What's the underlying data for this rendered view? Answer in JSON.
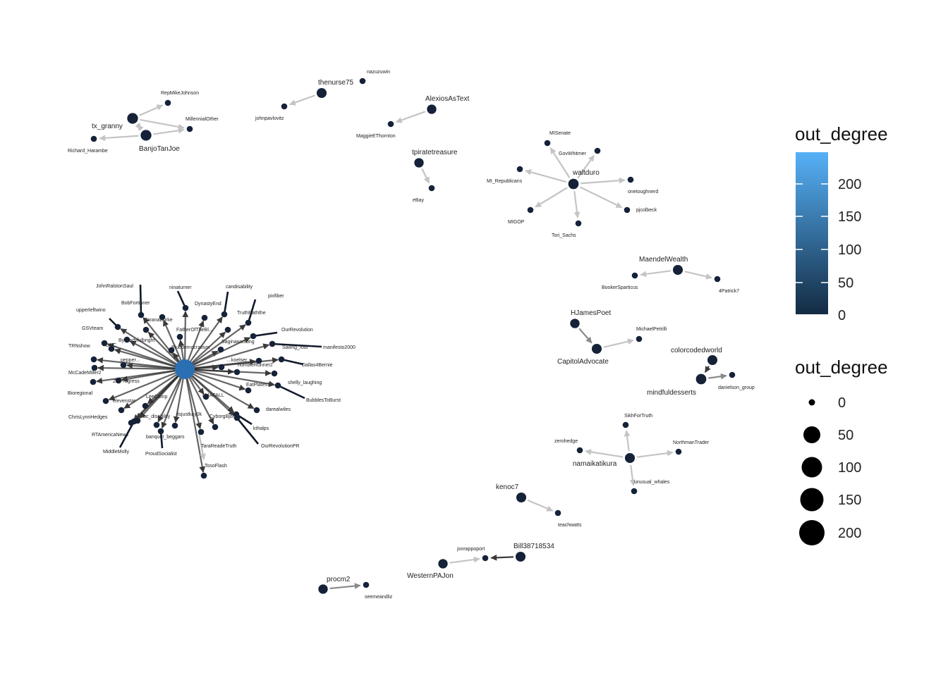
{
  "colors": {
    "node": "#152238",
    "edge_light": "#c4c4c4",
    "edge_mid": "#8a8a8a",
    "edge_dark": "#3a3a3a",
    "edge_hub": "#111a2b",
    "hub": "#2b6fb3",
    "gradient_low": "#132b43",
    "gradient_high": "#56b1f7"
  },
  "legend": {
    "color_title": "out_degree",
    "color_ticks": [
      "200",
      "150",
      "100",
      "50",
      "0"
    ],
    "size_title": "out_degree",
    "size_ticks": [
      "0",
      "50",
      "100",
      "150",
      "200"
    ]
  },
  "nodes": [
    {
      "id": "hub",
      "label": "",
      "deg": 240
    },
    {
      "id": "tx_granny",
      "label": "tx_granny",
      "deg": 30
    },
    {
      "id": "BanjoTanJoe",
      "label": "BanjoTanJoe",
      "deg": 30
    },
    {
      "id": "RepMikeJohnson",
      "label": "RepMikeJohnson",
      "deg": 0
    },
    {
      "id": "MillennialOther",
      "label": "MillennialOther",
      "deg": 0
    },
    {
      "id": "Richard_Harambe",
      "label": "Richard_Harambe",
      "deg": 0
    },
    {
      "id": "thenurse75",
      "label": "thenurse75",
      "deg": 20
    },
    {
      "id": "nazuzuwin",
      "label": "nazuzuwin",
      "deg": 0
    },
    {
      "id": "johnpavlovitz",
      "label": "johnpavlovitz",
      "deg": 0
    },
    {
      "id": "AlexiosAsText",
      "label": "AlexiosAsText",
      "deg": 15
    },
    {
      "id": "MaggieEThornton",
      "label": "MaggieEThornton",
      "deg": 0
    },
    {
      "id": "tpiratetreasure",
      "label": "tpiratetreasure",
      "deg": 15
    },
    {
      "id": "eBay",
      "label": "eBay",
      "deg": 0
    },
    {
      "id": "waltduro",
      "label": "waltduro",
      "deg": 25
    },
    {
      "id": "MISenate",
      "label": "MISenate",
      "deg": 0
    },
    {
      "id": "GovWhitmer",
      "label": "GovWhitmer",
      "deg": 0
    },
    {
      "id": "MI_Republicans",
      "label": "MI_Republicans",
      "deg": 0
    },
    {
      "id": "onetoughnerd",
      "label": "onetoughnerd",
      "deg": 0
    },
    {
      "id": "pjcolbeck",
      "label": "pjcolbeck",
      "deg": 0
    },
    {
      "id": "MIGOP",
      "label": "MIGOP",
      "deg": 0
    },
    {
      "id": "Tori_Sachs",
      "label": "Tori_Sachs",
      "deg": 0
    },
    {
      "id": "MaendelWealth",
      "label": "MaendelWealth",
      "deg": 20
    },
    {
      "id": "BookerSparticus",
      "label": "BookerSparticus",
      "deg": 0
    },
    {
      "id": "4Patrick7",
      "label": "4Patrick7",
      "deg": 0
    },
    {
      "id": "HJamesPoet",
      "label": "HJamesPoet",
      "deg": 15
    },
    {
      "id": "CapitolAdvocate",
      "label": "CapitolAdvocate",
      "deg": 20
    },
    {
      "id": "MichaelPetrilli",
      "label": "MichaelPetrilli",
      "deg": 0
    },
    {
      "id": "colorcodedworld",
      "label": "colorcodedworld",
      "deg": 20
    },
    {
      "id": "mindfuldesserts",
      "label": "mindfuldesserts",
      "deg": 25
    },
    {
      "id": "danielson_group",
      "label": "danielson_group",
      "deg": 0
    },
    {
      "id": "namaikatikura",
      "label": "namaikatikura",
      "deg": 20
    },
    {
      "id": "SikhForTruth",
      "label": "SikhForTruth",
      "deg": 0
    },
    {
      "id": "zerohedge",
      "label": "zerohedge",
      "deg": 0
    },
    {
      "id": "NorthmanTrader",
      "label": "NorthmanTrader",
      "deg": 0
    },
    {
      "id": "unusual_whales",
      "label": "unusual_whales",
      "deg": 0
    },
    {
      "id": "kenoc7",
      "label": "kenoc7",
      "deg": 20
    },
    {
      "id": "teachwatts",
      "label": "teachwatts",
      "deg": 0
    },
    {
      "id": "Bill38718534",
      "label": "Bill38718534",
      "deg": 20
    },
    {
      "id": "jonrappoport",
      "label": "jonrappoport",
      "deg": 0
    },
    {
      "id": "WesternPAJon",
      "label": "WesternPAJon",
      "deg": 15
    },
    {
      "id": "procm2",
      "label": "procm2",
      "deg": 15
    },
    {
      "id": "seemeandliz",
      "label": "seemeandliz",
      "deg": 0
    },
    {
      "id": "JohnRalstonSaul",
      "label": "JohnRalstonSaul",
      "deg": 0
    },
    {
      "id": "ninaturner",
      "label": "ninaturner",
      "deg": 0
    },
    {
      "id": "candisability",
      "label": "candisability",
      "deg": 0
    },
    {
      "id": "pixfiber",
      "label": "pixfiber",
      "deg": 0
    },
    {
      "id": "upperleftwino",
      "label": "upperleftwino",
      "deg": 0
    },
    {
      "id": "BobFortinner",
      "label": "BobFortinner",
      "deg": 0
    },
    {
      "id": "DynastyEnd",
      "label": "DynastyEnd",
      "deg": 0
    },
    {
      "id": "TruthRaththe",
      "label": "TruthRaththe",
      "deg": 0
    },
    {
      "id": "GSVteam",
      "label": "GSVteam",
      "deg": 0
    },
    {
      "id": "TaranaBurke",
      "label": "TaranaBurke",
      "deg": 0
    },
    {
      "id": "FatherOfTheBlue",
      "label": "FatherOfTheBl...",
      "deg": 0
    },
    {
      "id": "OurRevolution",
      "label": "OurRevolution",
      "deg": 0
    },
    {
      "id": "TRNshow",
      "label": "TRNshow",
      "deg": 0
    },
    {
      "id": "ByBradyfulbright",
      "label": "ByBradyfulbright",
      "deg": 0
    },
    {
      "id": "SaginawsSong",
      "label": "SaginawsSong",
      "deg": 0
    },
    {
      "id": "manifesto2000",
      "label": "manifesto2000",
      "deg": 0
    },
    {
      "id": "DNC",
      "label": "DNC",
      "deg": 0
    },
    {
      "id": "Bluedemocratism",
      "label": "Bluedemocratism",
      "deg": 0
    },
    {
      "id": "Sailing_four",
      "label": "Sailing_four",
      "deg": 0
    },
    {
      "id": "pepper",
      "label": "pepper...",
      "deg": 0
    },
    {
      "id": "Dallas4Bernie",
      "label": "Dallas4Bernie",
      "deg": 0
    },
    {
      "id": "McCadeMiller2",
      "label": "McCadeMiller2",
      "deg": 0
    },
    {
      "id": "ZalProgress",
      "label": "ZalProgress",
      "deg": 0
    },
    {
      "id": "humbleRunner2",
      "label": "humbleRunner2",
      "deg": 0
    },
    {
      "id": "shelly_laughing",
      "label": "shelly_laughing",
      "deg": 0
    },
    {
      "id": "Bioregional",
      "label": "Bioregional",
      "deg": 0
    },
    {
      "id": "EatPlates7",
      "label": "EatPlates7",
      "deg": 0
    },
    {
      "id": "BubblesToBurst",
      "label": "BubblesToBurst",
      "deg": 0
    },
    {
      "id": "elevenstar",
      "label": "elevenstar",
      "deg": 0
    },
    {
      "id": "LeeCamp",
      "label": "LeeCamp",
      "deg": 0
    },
    {
      "id": "M4AFALL",
      "label": "M4AFALL",
      "deg": 0
    },
    {
      "id": "darealwiles",
      "label": "darealwiles",
      "deg": 0
    },
    {
      "id": "ChrisLynnHedges",
      "label": "ChrisLynnHedges",
      "deg": 0
    },
    {
      "id": "bc_disability",
      "label": "bc_disability",
      "deg": 0
    },
    {
      "id": "itsjustkay0k",
      "label": "itsjustkay0k",
      "deg": 0
    },
    {
      "id": "CyborgBjorn",
      "label": "CyborgBjorn",
      "deg": 0
    },
    {
      "id": "kthalps",
      "label": "kthalps",
      "deg": 0
    },
    {
      "id": "RTAmericaNews",
      "label": "RTAmericaNews",
      "deg": 0
    },
    {
      "id": "banquet_beggars",
      "label": "banquet_beggars",
      "deg": 0
    },
    {
      "id": "TaraReadeTruth",
      "label": "TaraReadeTruth",
      "deg": 0
    },
    {
      "id": "OurRevolutionPR",
      "label": "OurRevolutionPR",
      "deg": 0
    },
    {
      "id": "MiddleMolly",
      "label": "MiddleMolly",
      "deg": 0
    },
    {
      "id": "ProudSocialist",
      "label": "ProudSocialist",
      "deg": 0
    },
    {
      "id": "TosoFlash",
      "label": "TosoFlash",
      "deg": 0
    },
    {
      "id": "Koelser",
      "label": "...koelser",
      "deg": 0
    }
  ],
  "edges": [
    [
      "tx_granny",
      "RepMikeJohnson"
    ],
    [
      "tx_granny",
      "MillennialOther"
    ],
    [
      "tx_granny",
      "BanjoTanJoe"
    ],
    [
      "BanjoTanJoe",
      "Richard_Harambe"
    ],
    [
      "BanjoTanJoe",
      "MillennialOther"
    ],
    [
      "BanjoTanJoe",
      "tx_granny"
    ],
    [
      "thenurse75",
      "johnpavlovitz"
    ],
    [
      "AlexiosAsText",
      "MaggieEThornton"
    ],
    [
      "tpiratetreasure",
      "eBay"
    ],
    [
      "waltduro",
      "MISenate"
    ],
    [
      "waltduro",
      "GovWhitmer"
    ],
    [
      "waltduro",
      "MI_Republicans"
    ],
    [
      "waltduro",
      "onetoughnerd"
    ],
    [
      "waltduro",
      "pjcolbeck"
    ],
    [
      "waltduro",
      "MIGOP"
    ],
    [
      "waltduro",
      "Tori_Sachs"
    ],
    [
      "MaendelWealth",
      "BookerSparticus"
    ],
    [
      "MaendelWealth",
      "4Patrick7"
    ],
    [
      "HJamesPoet",
      "CapitolAdvocate"
    ],
    [
      "CapitolAdvocate",
      "MichaelPetrilli"
    ],
    [
      "colorcodedworld",
      "mindfuldesserts"
    ],
    [
      "mindfuldesserts",
      "danielson_group"
    ],
    [
      "namaikatikura",
      "SikhForTruth"
    ],
    [
      "namaikatikura",
      "zerohedge"
    ],
    [
      "namaikatikura",
      "NorthmanTrader"
    ],
    [
      "namaikatikura",
      "unusual_whales"
    ],
    [
      "kenoc7",
      "teachwatts"
    ],
    [
      "Bill38718534",
      "jonrappoport"
    ],
    [
      "WesternPAJon",
      "jonrappoport"
    ],
    [
      "procm2",
      "seemeandliz"
    ]
  ]
}
